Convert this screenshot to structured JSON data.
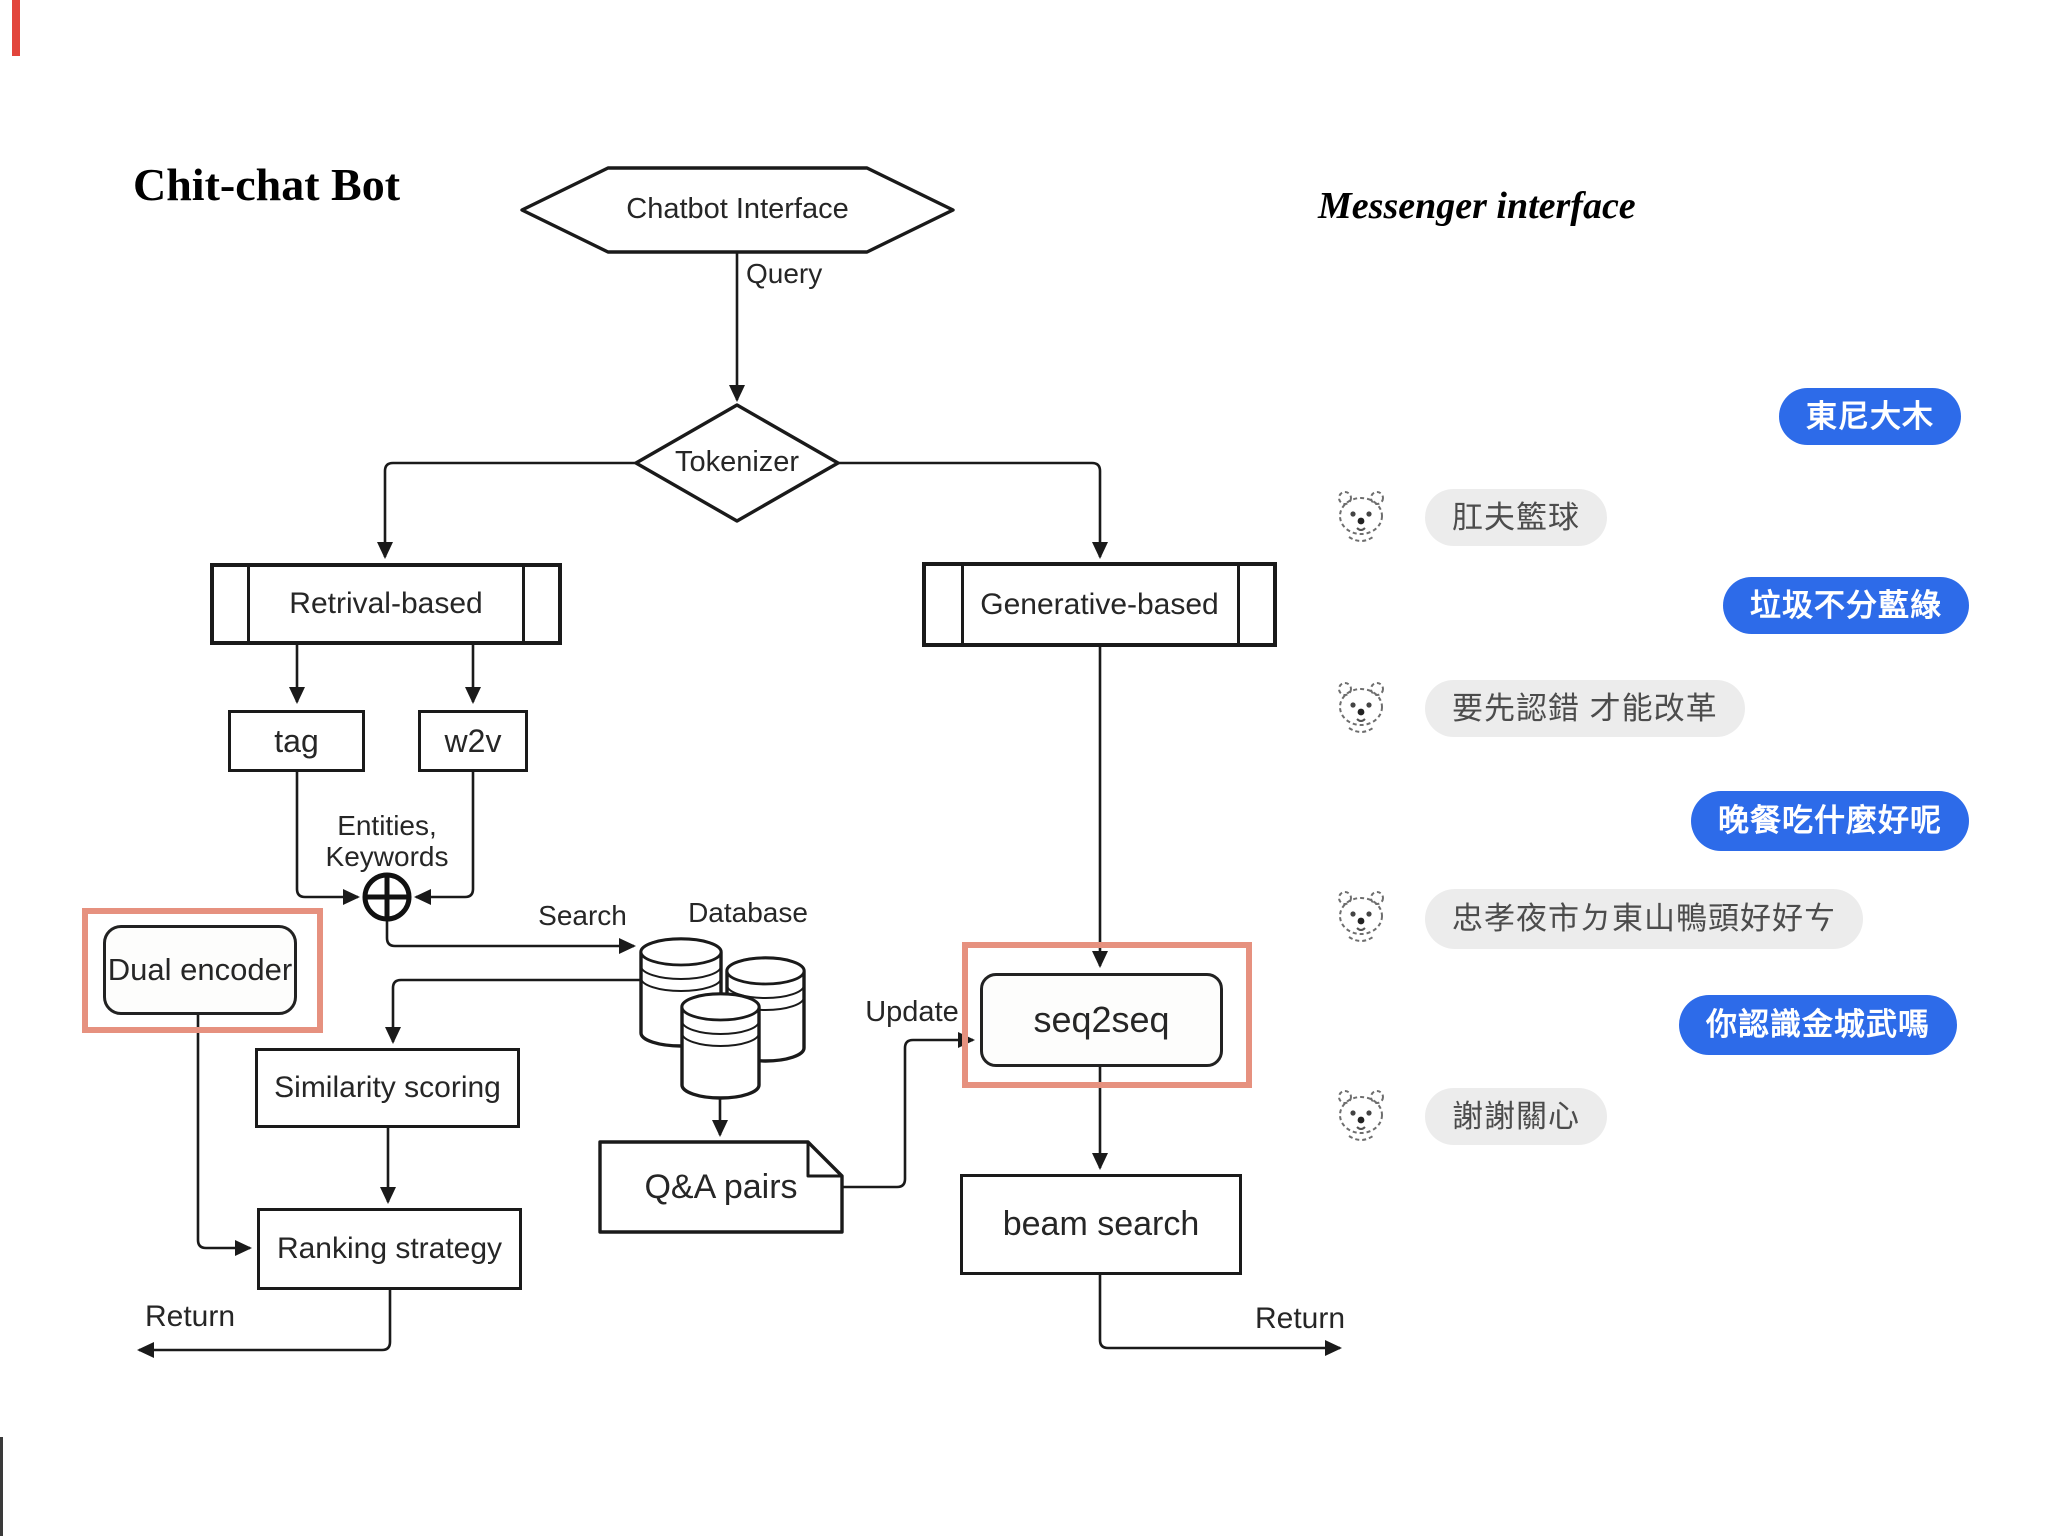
{
  "slide": {
    "title": "Chit-chat Bot",
    "right_title": "Messenger interface"
  },
  "colors": {
    "accent_red": "#e6917f",
    "bubble_blue": "#2d6be9",
    "bubble_gray": "#ececec",
    "bubble_gray_text": "#4c4c4c",
    "line": "#1a1a1a"
  },
  "flowchart": {
    "chatbot_interface": "Chatbot Interface",
    "query": "Query",
    "tokenizer": "Tokenizer",
    "retrieval": "Retrival-based",
    "generative": "Generative-based",
    "tag": "tag",
    "w2v": "w2v",
    "entities_keywords": "Entities,\nKeywords",
    "dual_encoder": "Dual encoder",
    "search": "Search",
    "database": "Database",
    "similarity": "Similarity scoring",
    "ranking": "Ranking strategy",
    "return_left": "Return",
    "qa_pairs": "Q&A pairs",
    "update": "Update",
    "seq2seq": "seq2seq",
    "beam_search": "beam search",
    "return_right": "Return"
  },
  "chat": {
    "messages": [
      {
        "side": "user",
        "text": "東尼大木"
      },
      {
        "side": "bot",
        "text": "肛夫籃球"
      },
      {
        "side": "user",
        "text": "垃圾不分藍綠"
      },
      {
        "side": "bot",
        "text": "要先認錯 才能改革"
      },
      {
        "side": "user",
        "text": "晚餐吃什麼好呢"
      },
      {
        "side": "bot",
        "text": "忠孝夜市ㄉ東山鴨頭好好ㄘ"
      },
      {
        "side": "user",
        "text": "你認識金城武嗎"
      },
      {
        "side": "bot",
        "text": "謝謝關心"
      }
    ]
  }
}
